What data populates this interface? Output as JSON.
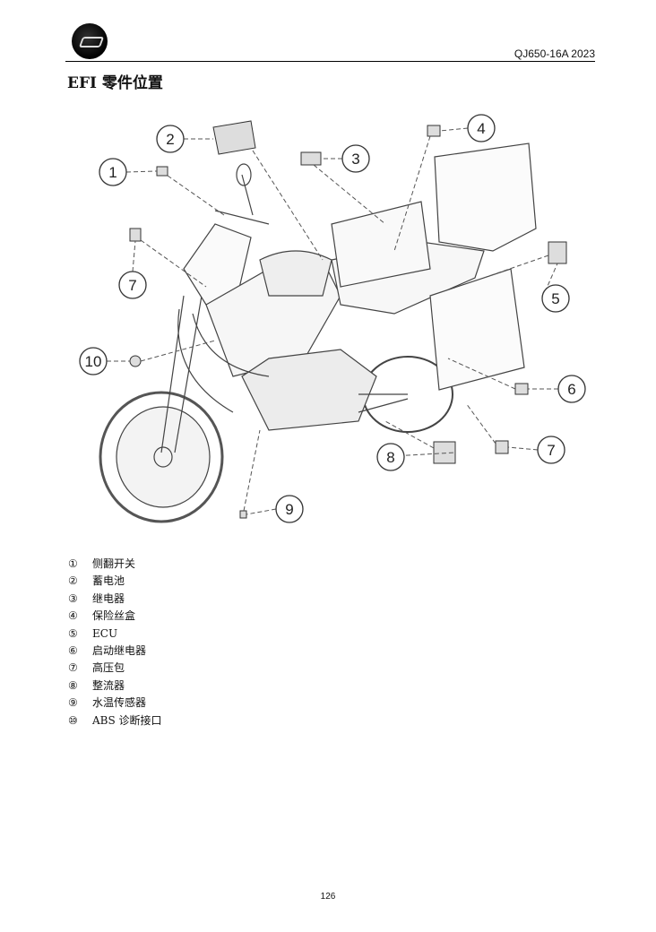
{
  "header": {
    "doc_id": "QJ650-16A 2023"
  },
  "title": "EFI 零件位置",
  "figure": {
    "callouts": [
      "1",
      "2",
      "3",
      "4",
      "5",
      "6",
      "7",
      "7",
      "8",
      "9",
      "10"
    ]
  },
  "legend": [
    {
      "num": "①",
      "label": "侧翻开关"
    },
    {
      "num": "②",
      "label": "蓄电池"
    },
    {
      "num": "③",
      "label": "继电器"
    },
    {
      "num": "④",
      "label": "保险丝盒"
    },
    {
      "num": "⑤",
      "label": "ECU"
    },
    {
      "num": "⑥",
      "label": "启动继电器"
    },
    {
      "num": "⑦",
      "label": "高压包"
    },
    {
      "num": "⑧",
      "label": "整流器"
    },
    {
      "num": "⑨",
      "label": "水温传感器"
    },
    {
      "num": "⑩",
      "label": "ABS 诊断接口"
    }
  ],
  "page_number": "126"
}
